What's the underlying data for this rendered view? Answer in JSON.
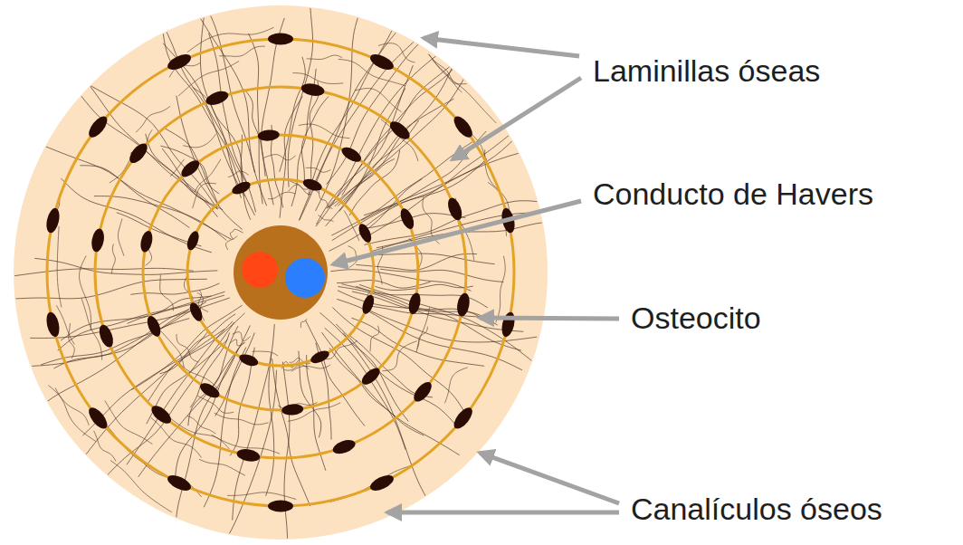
{
  "diagram": {
    "labels": [
      "Laminillas óseas",
      "Conducto de Havers",
      "Osteocito",
      "Canalículos óseos"
    ]
  }
}
